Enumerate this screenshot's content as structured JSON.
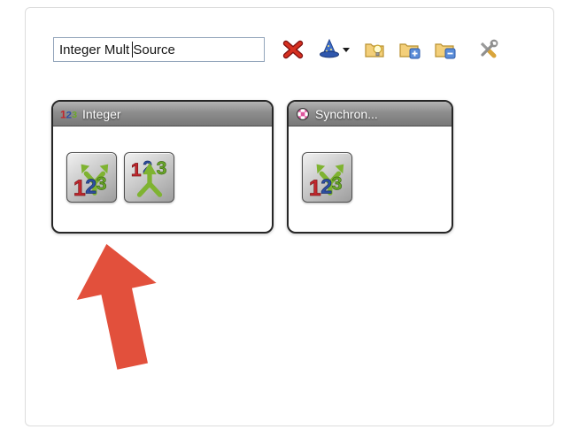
{
  "search": {
    "value": "Integer Mult Source"
  },
  "toolbar": {
    "buttons": [
      {
        "id": "clear-search",
        "icon": "red-x-icon"
      },
      {
        "id": "wizard",
        "icon": "wizard-hat-icon",
        "dropdown": true
      },
      {
        "id": "tips",
        "icon": "folder-lightbulb-icon"
      },
      {
        "id": "expand-all",
        "icon": "folder-plus-icon"
      },
      {
        "id": "collapse-all",
        "icon": "folder-minus-icon"
      },
      {
        "id": "settings",
        "icon": "crossed-tools-icon"
      }
    ]
  },
  "palette": {
    "categories": [
      {
        "label": "Integer",
        "items": [
          {
            "id": "integer-demultiplexer"
          },
          {
            "id": "integer-multiplexer"
          }
        ]
      },
      {
        "label": "Synchron...",
        "items": [
          {
            "id": "integer-demultiplexer"
          }
        ]
      }
    ]
  },
  "icons": {
    "d1": "1",
    "d2": "2",
    "d3": "3"
  },
  "annotation": {
    "shape": "up-arrow",
    "color": "#E2503C"
  }
}
